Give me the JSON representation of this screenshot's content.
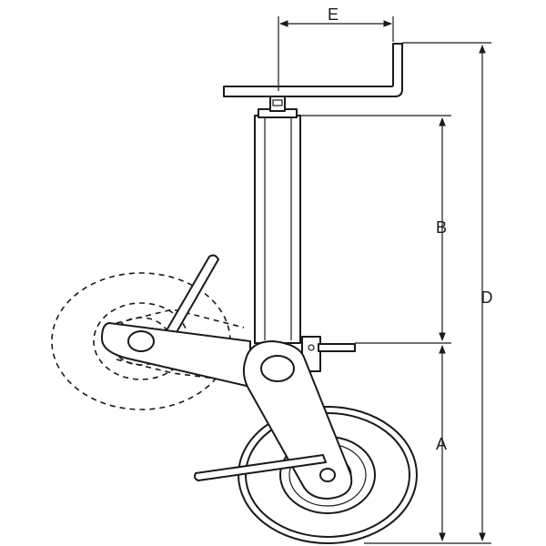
{
  "diagram": {
    "dimension_labels": {
      "a": "A",
      "b": "B",
      "d": "D",
      "e": "E"
    }
  }
}
